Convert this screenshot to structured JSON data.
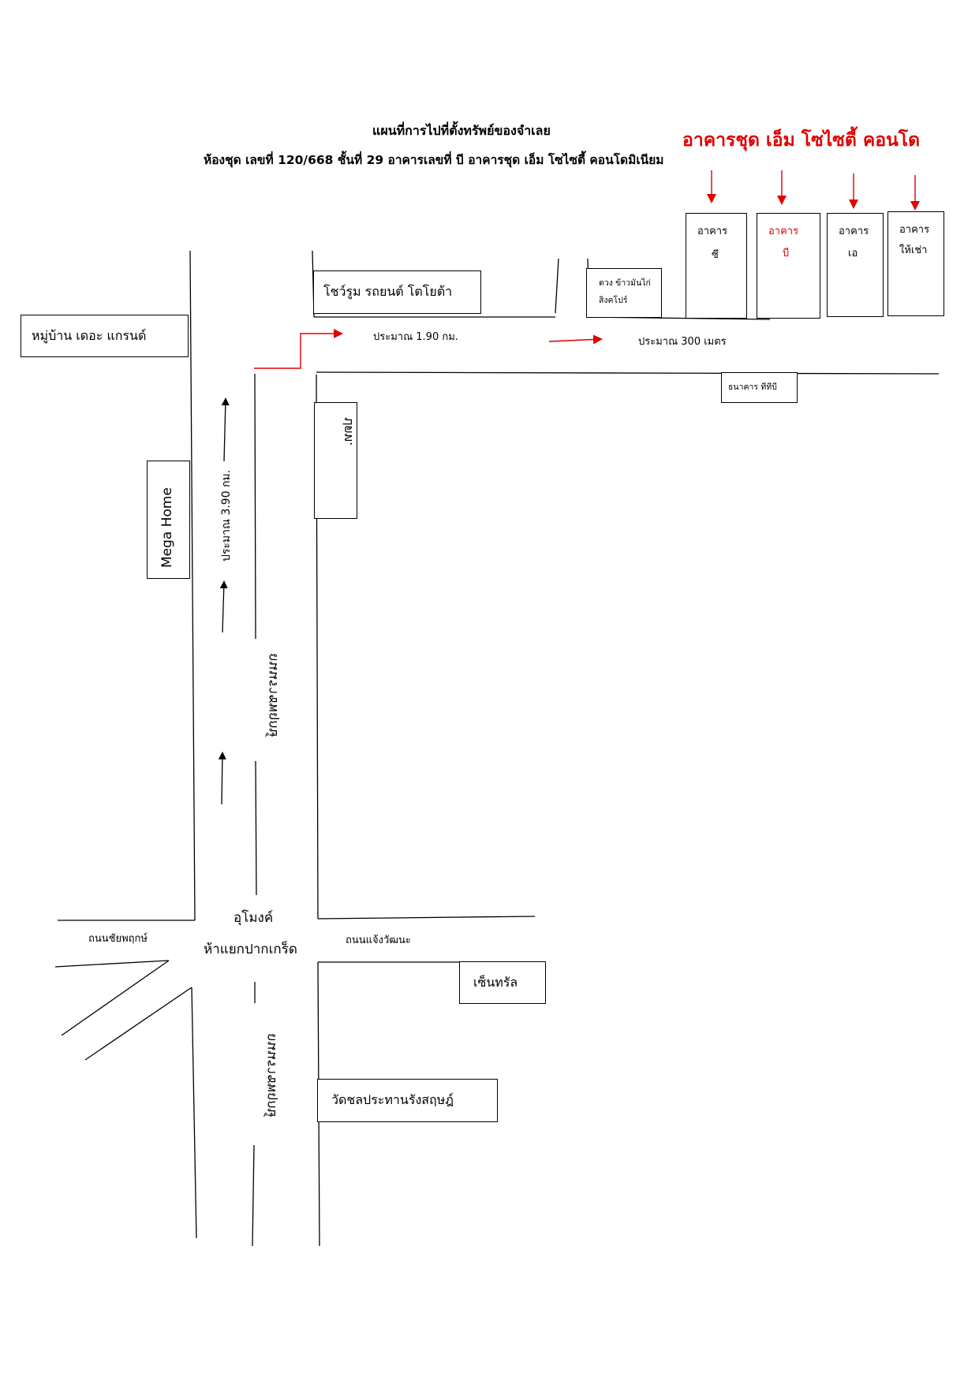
{
  "title": {
    "line1": "แผนที่การไปที่ตั้งทรัพย์ของจำเลย",
    "line2": "ห้องชุด เลขที่ 120/668 ชั้นที่ 29 อาคารเลขที่ บี อาคารชุด เอ็ม โซไซตี้ คอนโดมิเนียม",
    "condo_name": "อาคารชุด เอ็ม โซไซตี้ คอนโด"
  },
  "buildings": [
    {
      "line1": "อาคาร",
      "line2": "ซี",
      "color": "#000000"
    },
    {
      "line1": "อาคาร",
      "line2": "บี",
      "color": "#e00000"
    },
    {
      "line1": "อาคาร",
      "line2": "เอ",
      "color": "#000000"
    },
    {
      "line1": "อาคาร",
      "line2": "ให้เช่า",
      "color": "#000000"
    }
  ],
  "landmarks": {
    "village": "หมู่บ้าน เดอะ แกรนด์",
    "mega_home": "Mega Home",
    "toyota": "โชว์รูม รถยนต์ โตโยต้า",
    "chicken_rice_line1": "ตวง ข้าวมันไก่",
    "chicken_rice_line2": "สิงคโปร์",
    "ttb_bank": "ธนาคาร ทีทีบี",
    "ptt": "ปตท.",
    "central": "เซ็นทรัล",
    "temple": "วัดชลประทานรังสฤษฎ์"
  },
  "roads": {
    "chaiyaphruek": "ถนนชัยพฤกษ์",
    "chaeng_watthana": "ถนนแจ้งวัฒนะ",
    "ratchaphruek_upper": "ถนนราชพฤกษ์",
    "ratchaphruek_lower": "ถนนราชพฤกษ์",
    "tunnel": "อุโมงค์",
    "intersection": "ห้าแยกปากเกร็ด"
  },
  "distances": {
    "d1": "ประมาณ 3.90 กม.",
    "d2": "ประมาณ 1.90 กม.",
    "d3": "ประมาณ 300 เมตร"
  },
  "colors": {
    "highlight": "#e00000",
    "line": "#000000"
  }
}
